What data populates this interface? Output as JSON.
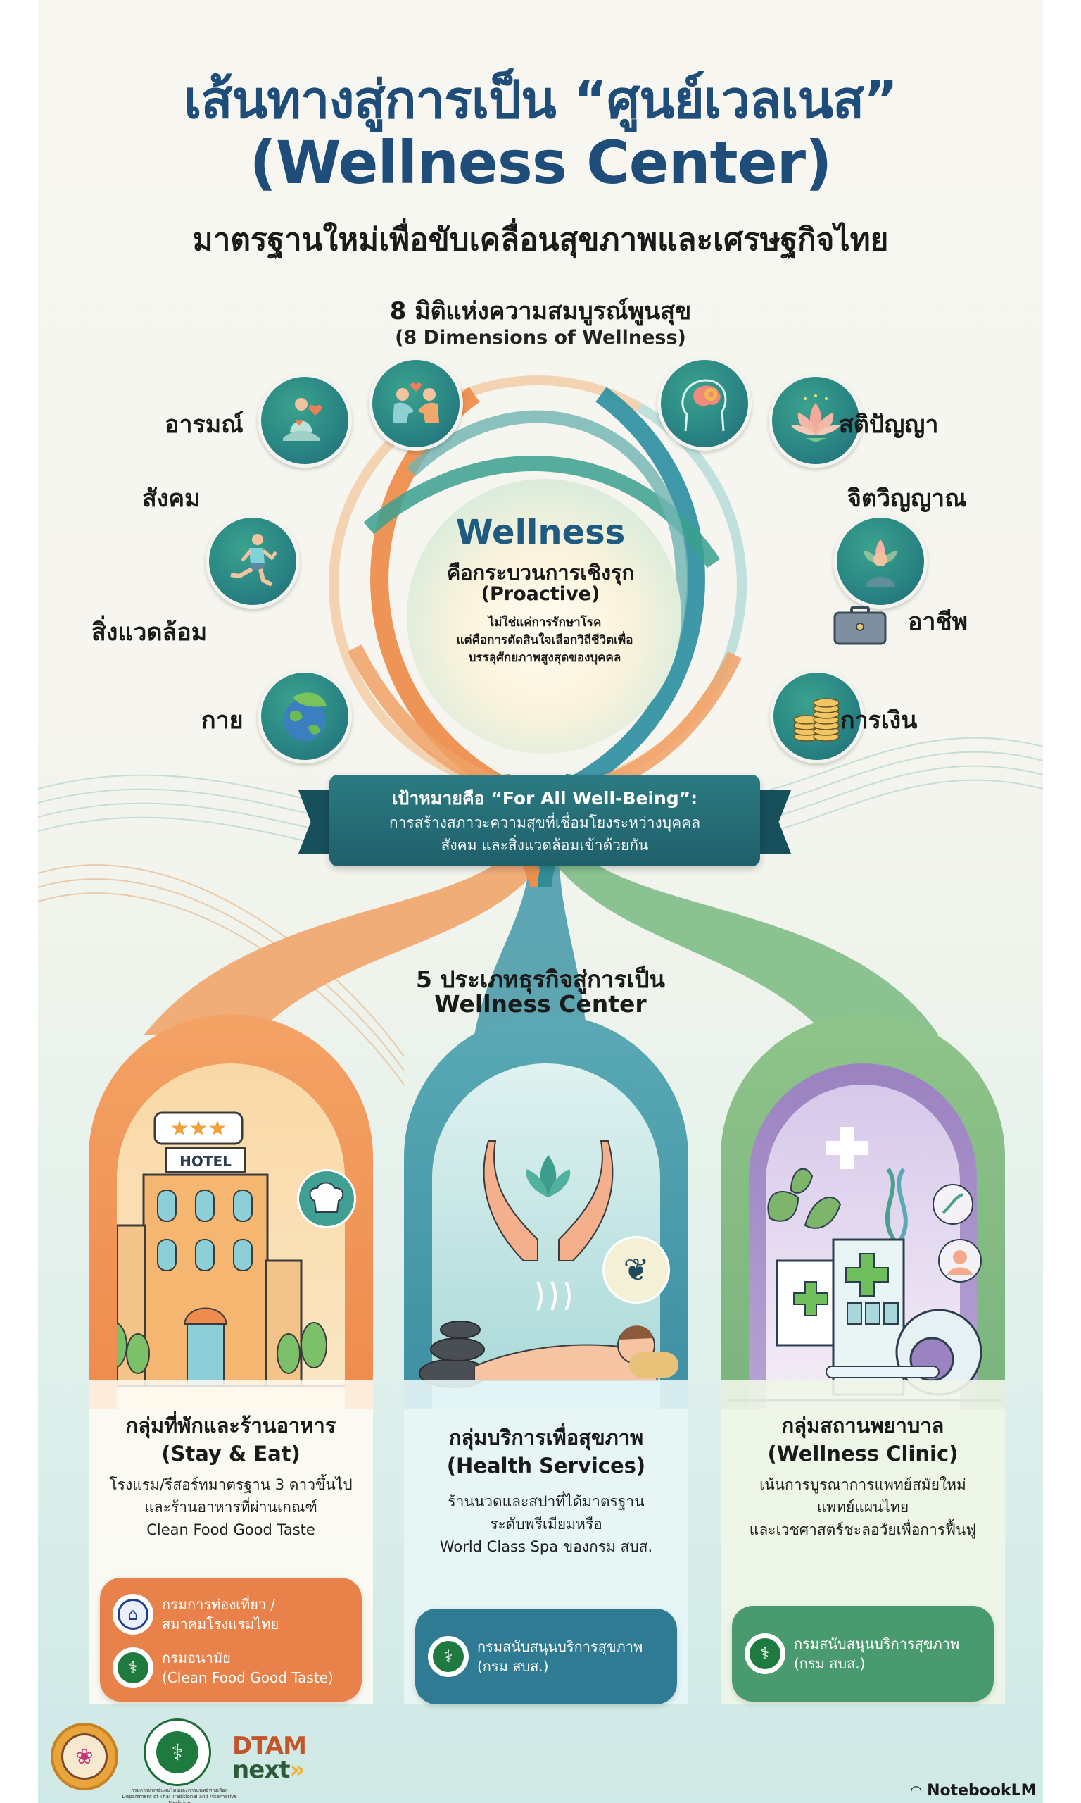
{
  "header": {
    "title_line1": "เส้นทางสู่การเป็น “ศูนย์เวลเนส”",
    "title_line2": "(Wellness Center)",
    "subtitle": "มาตรฐานใหม่เพื่อขับเคลื่อนสุขภาพและเศรษฐกิจไทย"
  },
  "dimensions": {
    "heading_th": "8 มิติแห่งความสมบูรณ์พูนสุข",
    "heading_en": "(8 Dimensions of Wellness)",
    "items": [
      {
        "label": "อารมณ์",
        "icon": "meditation-heart-icon"
      },
      {
        "label": "สังคม",
        "icon": "people-handshake-icon"
      },
      {
        "label": "สิ่งแวดล้อม",
        "icon": "earth-leaf-icon"
      },
      {
        "label": "กาย",
        "icon": "running-person-icon"
      },
      {
        "label": "สติปัญญา",
        "icon": "brain-gear-icon"
      },
      {
        "label": "จิตวิญญาณ",
        "icon": "lotus-icon"
      },
      {
        "label": "อาชีพ",
        "icon": "professional-briefcase-icon"
      },
      {
        "label": "การเงิน",
        "icon": "coin-stack-icon"
      }
    ]
  },
  "core": {
    "title": "Wellness",
    "line1": "คือกระบวนการเชิงรุก",
    "line2": "(Proactive)",
    "desc": [
      "ไม่ใช่แค่การรักษาโรค",
      "แต่คือการตัดสินใจเลือกวิถีชีวิตเพื่อ",
      "บรรลุศักยภาพสูงสุดของบุคคล"
    ]
  },
  "goal_banner": {
    "heading": "เป้าหมายคือ “For All Well-Being”:",
    "body_line1": "การสร้างสภาวะความสุขที่เชื่อมโยงระหว่างบุคคล",
    "body_line2": "สังคม และสิ่งแวดล้อมเข้าด้วยกัน"
  },
  "business": {
    "heading_line1": "5 ประเภทธุรกิจสู่การเป็น",
    "heading_line2": "Wellness Center",
    "cards": [
      {
        "title_th": "กลุ่มที่พักและร้านอาหาร",
        "title_en": "(Stay & Eat)",
        "desc": [
          "โรงแรม/รีสอร์ทมาตรฐาน 3 ดาวขึ้นไป",
          "และร้านอาหารที่ผ่านเกณฑ์",
          "Clean Food Good Taste"
        ],
        "illustration": "hotel-illustration",
        "hotel_sign": "HOTEL",
        "color": "#e9804a",
        "agencies": [
          {
            "line1": "กรมการท่องเที่ยว /",
            "line2": "สมาคมโรงแรมไทย",
            "seal": "tourism-department-seal"
          },
          {
            "line1": "กรมอนามัย",
            "line2": "(Clean Food Good Taste)",
            "seal": "health-department-seal"
          }
        ]
      },
      {
        "title_th": "กลุ่มบริการเพื่อสุขภาพ",
        "title_en": "(Health Services)",
        "desc": [
          "ร้านนวดและสปาที่ได้มาตรฐาน",
          "ระดับพรีเมียมหรือ",
          "World Class Spa ของกรม สบส."
        ],
        "illustration": "spa-massage-illustration",
        "color": "#2f7b93",
        "agencies": [
          {
            "line1": "กรมสนับสนุนบริการสุขภาพ",
            "line2": "(กรม สบส.)",
            "seal": "hss-department-seal"
          }
        ]
      },
      {
        "title_th": "กลุ่มสถานพยาบาล",
        "title_en": "(Wellness Clinic)",
        "desc": [
          "เน้นการบูรณาการแพทย์สมัยใหม่",
          "แพทย์แผนไทย",
          "และเวชศาสตร์ชะลอวัยเพื่อการฟื้นฟู"
        ],
        "illustration": "clinic-illustration",
        "color": "#4a9a6f",
        "agencies": [
          {
            "line1": "กรมสนับสนุนบริการสุขภาพ",
            "line2": "(กรม สบส.)",
            "seal": "hss-department-seal"
          }
        ]
      }
    ]
  },
  "footer": {
    "logos": [
      "thai-traditional-medicine-seal",
      "ministry-of-public-health-seal",
      "dtam-next-logo"
    ],
    "moph_caption_th": "กรมการแพทย์แผนไทยและการแพทย์ทางเลือก",
    "moph_caption_en": "Department of Thai Traditional and Alternative Medicine",
    "dtam_line1": "DTAM",
    "dtam_line2": "next",
    "brand": "NotebookLM"
  }
}
